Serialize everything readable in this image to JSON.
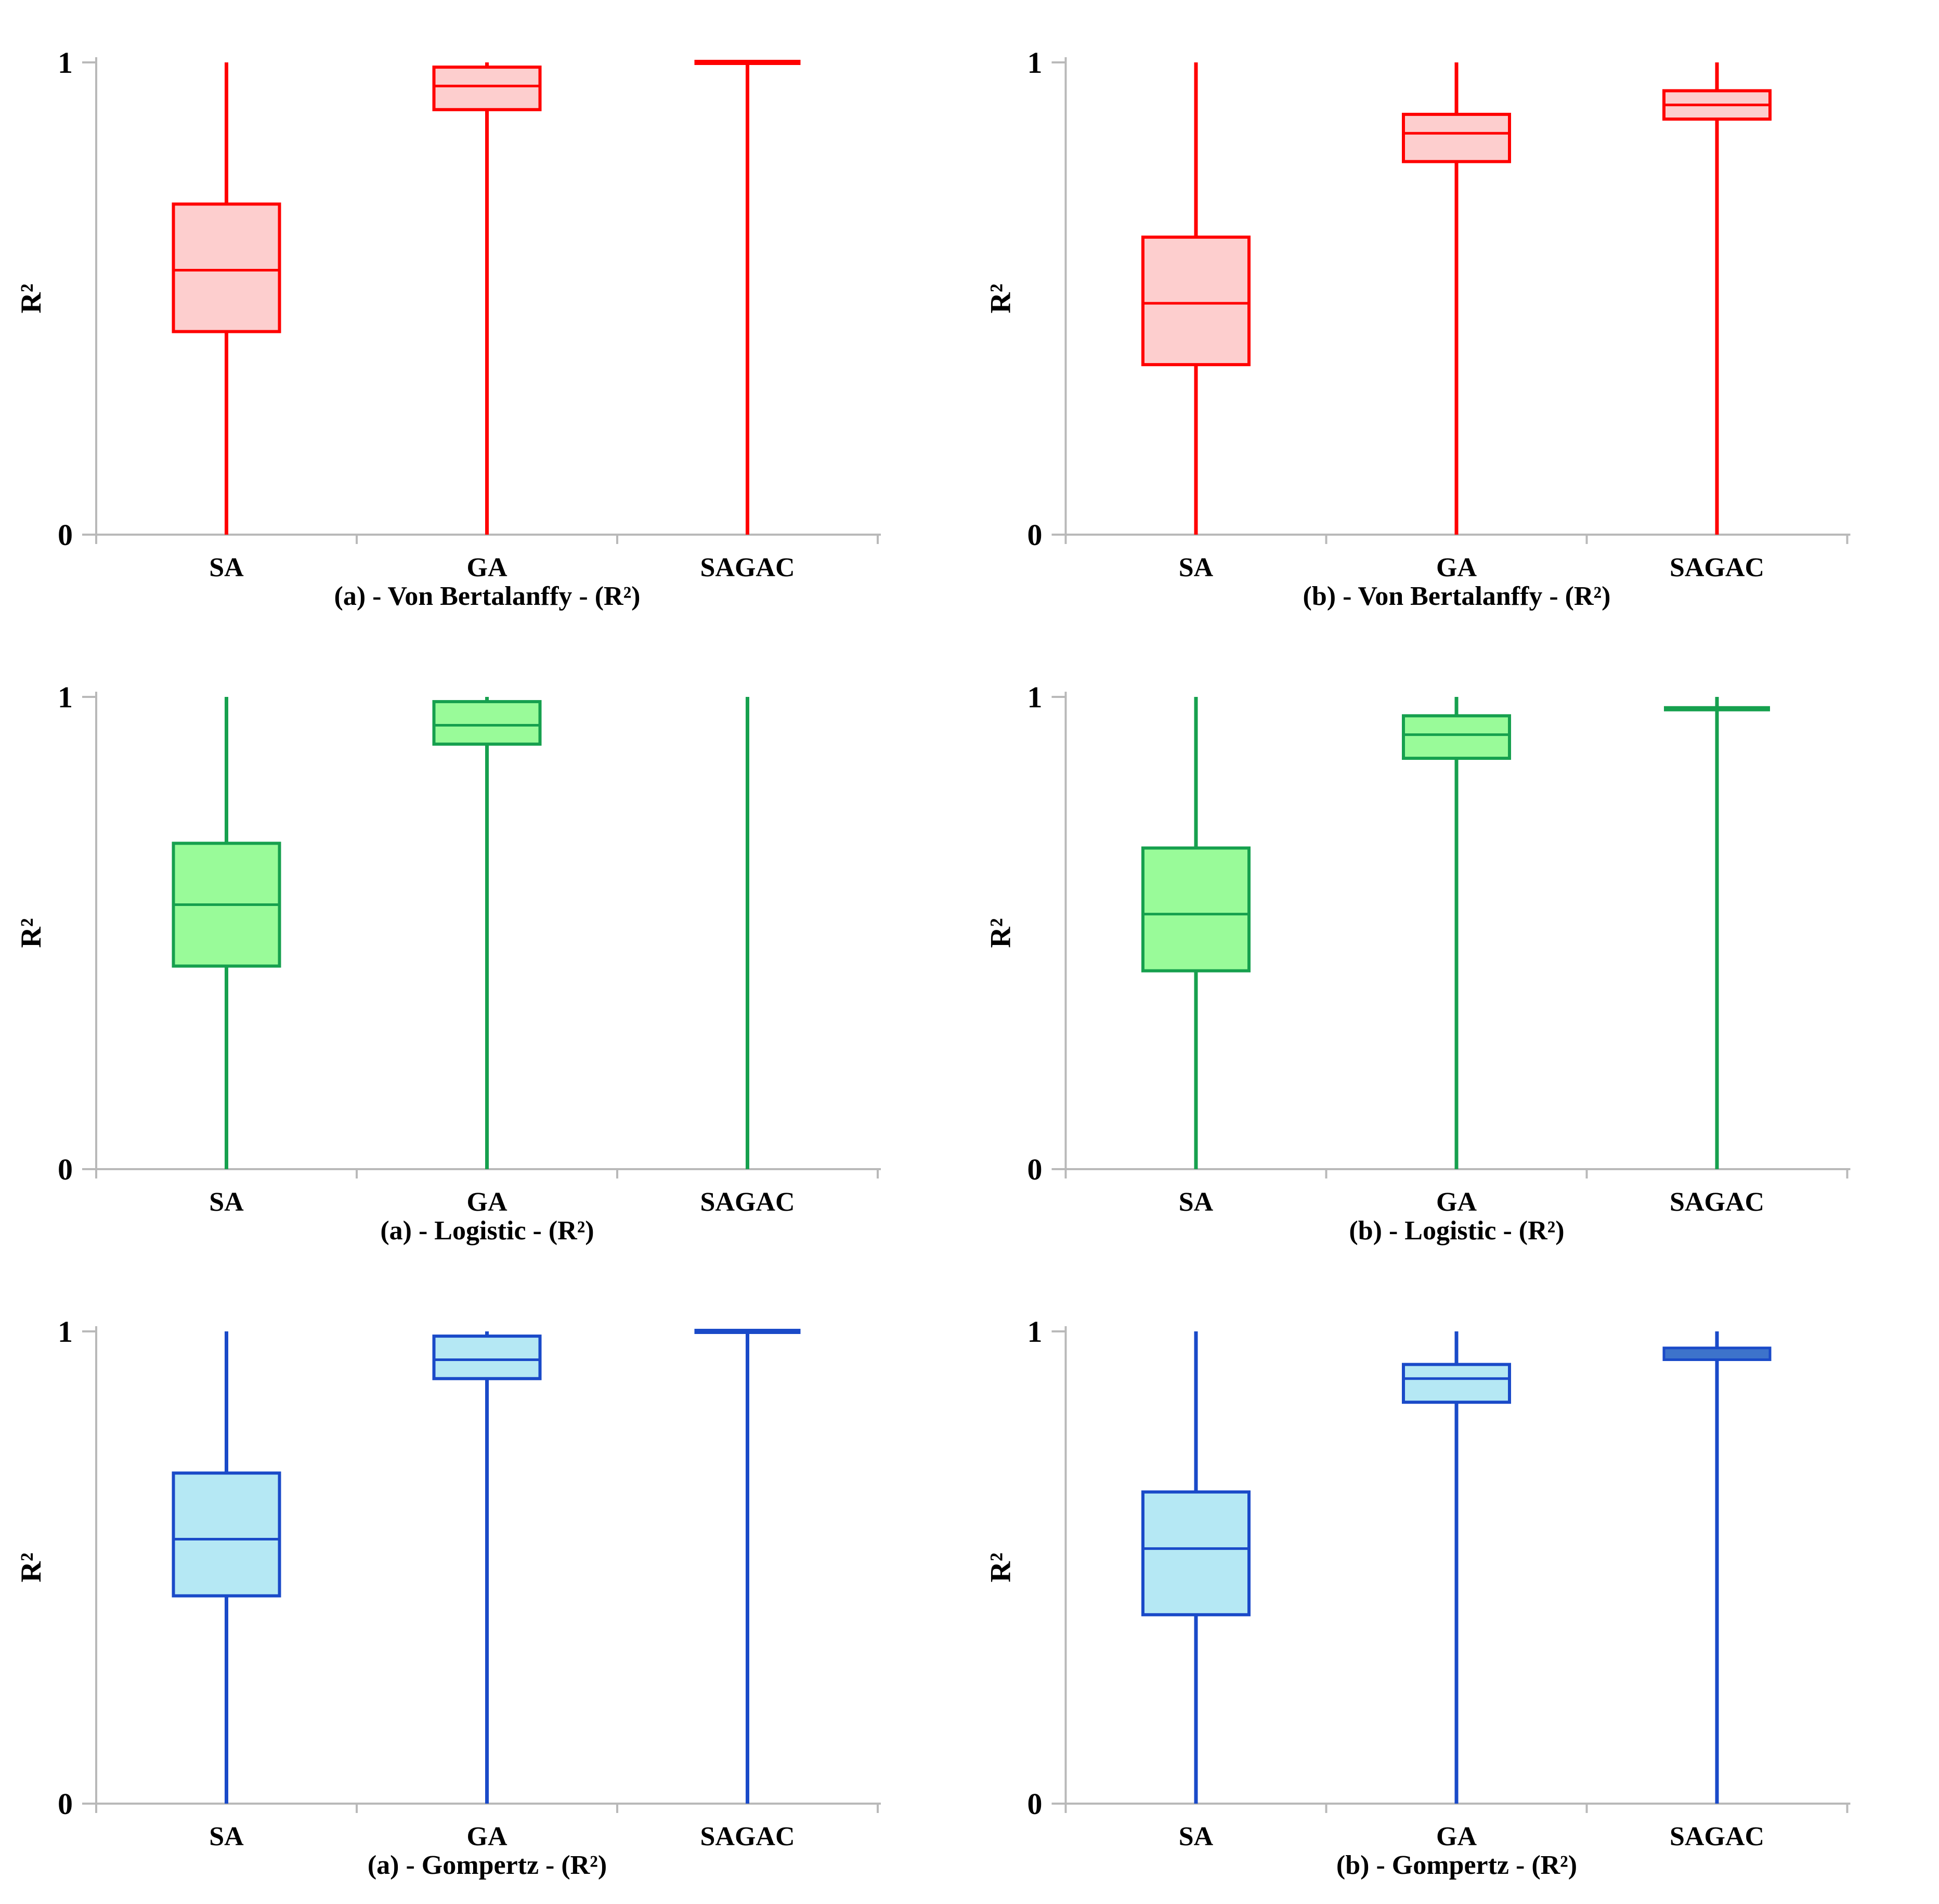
{
  "page": {
    "background": "#FFFFFF"
  },
  "chart_data": [
    {
      "type": "boxplot",
      "caption": "(a) - Von Bertalanffy - (R²)",
      "ylabel": "R²",
      "yticks": [
        "0",
        "1"
      ],
      "ylim": [
        0,
        1
      ],
      "grid": "off",
      "legend": "none",
      "categories": [
        "SA",
        "GA",
        "SAGAC"
      ],
      "colors": {
        "stroke": "#FF0000",
        "fill": "#FDCECE"
      },
      "series": [
        {
          "name": "SA",
          "style": "box",
          "min": 0,
          "q1": 0.43,
          "median": 0.56,
          "q3": 0.7,
          "max": 1
        },
        {
          "name": "GA",
          "style": "box",
          "min": 0,
          "q1": 0.9,
          "median": 0.95,
          "q3": 0.99,
          "max": 1
        },
        {
          "name": "SAGAC",
          "style": "collapsed-bar",
          "min": 0,
          "value": 1.0,
          "max": 1
        }
      ]
    },
    {
      "type": "boxplot",
      "caption": "(b) - Von Bertalanffy - (R²)",
      "ylabel": "R²",
      "yticks": [
        "0",
        "1"
      ],
      "ylim": [
        0,
        1
      ],
      "grid": "off",
      "legend": "none",
      "categories": [
        "SA",
        "GA",
        "SAGAC"
      ],
      "colors": {
        "stroke": "#FF0000",
        "fill": "#FDCECE"
      },
      "series": [
        {
          "name": "SA",
          "style": "box",
          "min": 0,
          "q1": 0.36,
          "median": 0.49,
          "q3": 0.63,
          "max": 1
        },
        {
          "name": "GA",
          "style": "box",
          "min": 0,
          "q1": 0.79,
          "median": 0.85,
          "q3": 0.89,
          "max": 1
        },
        {
          "name": "SAGAC",
          "style": "box",
          "min": 0,
          "q1": 0.88,
          "median": 0.91,
          "q3": 0.94,
          "max": 1
        }
      ]
    },
    {
      "type": "boxplot",
      "caption": "(a) - Logistic - (R²)",
      "ylabel": "R²",
      "yticks": [
        "0",
        "1"
      ],
      "ylim": [
        0,
        1
      ],
      "grid": "off",
      "legend": "none",
      "categories": [
        "SA",
        "GA",
        "SAGAC"
      ],
      "colors": {
        "stroke": "#16A04E",
        "fill": "#99FB99"
      },
      "series": [
        {
          "name": "SA",
          "style": "box",
          "min": 0,
          "q1": 0.43,
          "median": 0.56,
          "q3": 0.69,
          "max": 1
        },
        {
          "name": "GA",
          "style": "box",
          "min": 0,
          "q1": 0.9,
          "median": 0.94,
          "q3": 0.99,
          "max": 1
        },
        {
          "name": "SAGAC",
          "style": "line",
          "min": 0,
          "max": 1
        }
      ]
    },
    {
      "type": "boxplot",
      "caption": "(b) - Logistic - (R²)",
      "ylabel": "R²",
      "yticks": [
        "0",
        "1"
      ],
      "ylim": [
        0,
        1
      ],
      "grid": "off",
      "legend": "none",
      "categories": [
        "SA",
        "GA",
        "SAGAC"
      ],
      "colors": {
        "stroke": "#16A04E",
        "fill": "#99FB99"
      },
      "series": [
        {
          "name": "SA",
          "style": "box",
          "min": 0,
          "q1": 0.42,
          "median": 0.54,
          "q3": 0.68,
          "max": 1
        },
        {
          "name": "GA",
          "style": "box",
          "min": 0,
          "q1": 0.87,
          "median": 0.92,
          "q3": 0.96,
          "max": 1
        },
        {
          "name": "SAGAC",
          "style": "collapsed-bar",
          "min": 0,
          "value": 0.975,
          "max": 1
        }
      ]
    },
    {
      "type": "boxplot",
      "caption": "(a) - Gompertz - (R²)",
      "ylabel": "R²",
      "yticks": [
        "0",
        "1"
      ],
      "ylim": [
        0,
        1
      ],
      "grid": "off",
      "legend": "none",
      "categories": [
        "SA",
        "GA",
        "SAGAC"
      ],
      "colors": {
        "stroke": "#1A4AC8",
        "fill": "#B5E8F4"
      },
      "series": [
        {
          "name": "SA",
          "style": "box",
          "min": 0,
          "q1": 0.44,
          "median": 0.56,
          "q3": 0.7,
          "max": 1
        },
        {
          "name": "GA",
          "style": "box",
          "min": 0,
          "q1": 0.9,
          "median": 0.94,
          "q3": 0.99,
          "max": 1
        },
        {
          "name": "SAGAC",
          "style": "collapsed-bar",
          "min": 0,
          "value": 1.0,
          "max": 1
        }
      ]
    },
    {
      "type": "boxplot",
      "caption": "(b) - Gompertz - (R²)",
      "ylabel": "R²",
      "yticks": [
        "0",
        "1"
      ],
      "ylim": [
        0,
        1
      ],
      "grid": "off",
      "legend": "none",
      "categories": [
        "SA",
        "GA",
        "SAGAC"
      ],
      "colors": {
        "stroke": "#1A4AC8",
        "fill": "#B5E8F4"
      },
      "series": [
        {
          "name": "SA",
          "style": "box",
          "min": 0,
          "q1": 0.4,
          "median": 0.54,
          "q3": 0.66,
          "max": 1
        },
        {
          "name": "GA",
          "style": "box",
          "min": 0,
          "q1": 0.85,
          "median": 0.9,
          "q3": 0.93,
          "max": 1
        },
        {
          "name": "SAGAC",
          "style": "slim-box",
          "min": 0,
          "q1": 0.94,
          "q3": 0.965,
          "max": 1,
          "fill": "#3D73CB"
        }
      ]
    }
  ]
}
